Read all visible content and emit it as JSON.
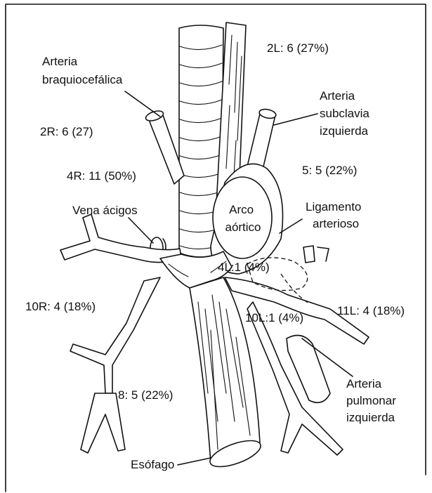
{
  "labels": {
    "arteria_braquiocefalica": [
      "Arteria",
      "braquiocefálica"
    ],
    "station_2l": "2L: 6 (27%)",
    "station_2r": "2R: 6 (27)",
    "arteria_subclavia_izquierda": [
      "Arteria",
      "subclavia",
      "izquierda"
    ],
    "station_4r": "4R: 11 (50%)",
    "station_5": "5: 5 (22%)",
    "vena_acigos": "Vena ácigos",
    "arco_aortico": [
      "Arco",
      "aórtico"
    ],
    "ligamento_arterioso": [
      "Ligamento",
      "arterioso"
    ],
    "station_4l": "4L:1 (4%)",
    "station_10r": "10R: 4 (18%)",
    "station_10l": "10L:1 (4%)",
    "station_11l": "11L: 4 (18%)",
    "station_8": "8: 5 (22%)",
    "arteria_pulmonar_izquierda": [
      "Arteria",
      "pulmonar",
      "izquierda"
    ],
    "esofago": "Esófago"
  }
}
